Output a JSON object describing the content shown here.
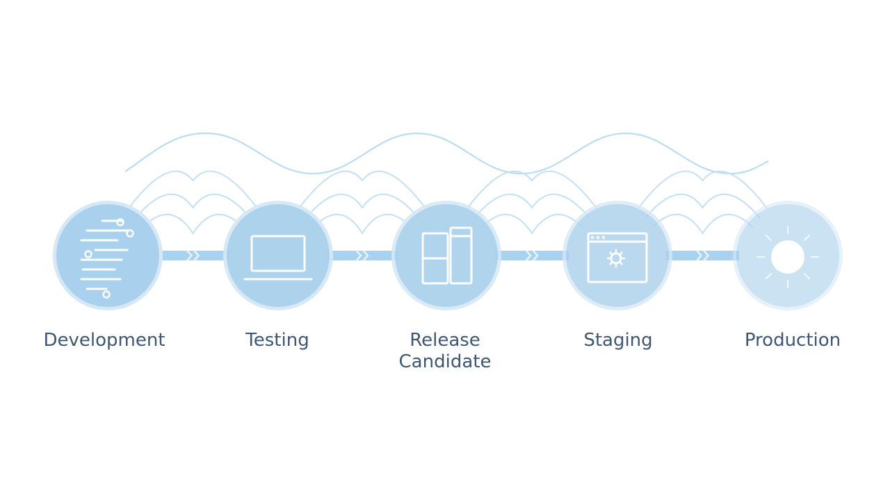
{
  "pipeline": {
    "stages": [
      {
        "label": "Development",
        "icon": "code-lines-icon"
      },
      {
        "label": "Testing",
        "icon": "laptop-icon"
      },
      {
        "label": "Release\nCandidate",
        "icon": "devices-icon"
      },
      {
        "label": "Staging",
        "icon": "browser-gear-icon"
      },
      {
        "label": "Production",
        "icon": "sun-icon"
      }
    ]
  },
  "colors": {
    "circle_fill": "#a9d0ec",
    "circle_ring": "#d6e8f6",
    "connector": "#a9d2ef",
    "chevron": "#e8f3fb",
    "wave": "#bcdcf0",
    "icon": "#ffffff",
    "label": "#3e566f"
  }
}
